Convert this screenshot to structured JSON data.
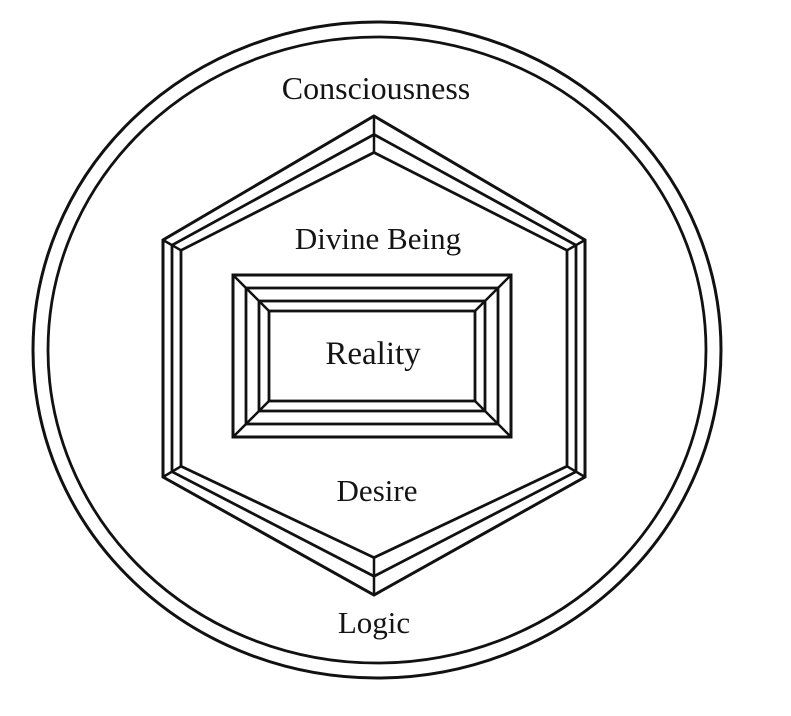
{
  "diagram": {
    "labels": {
      "consciousness": "Consciousness",
      "divine_being": "Divine Being",
      "reality": "Reality",
      "desire": "Desire",
      "logic": "Logic"
    },
    "colors": {
      "line": "#111111",
      "text": "#141414",
      "background": "#ffffff"
    }
  }
}
